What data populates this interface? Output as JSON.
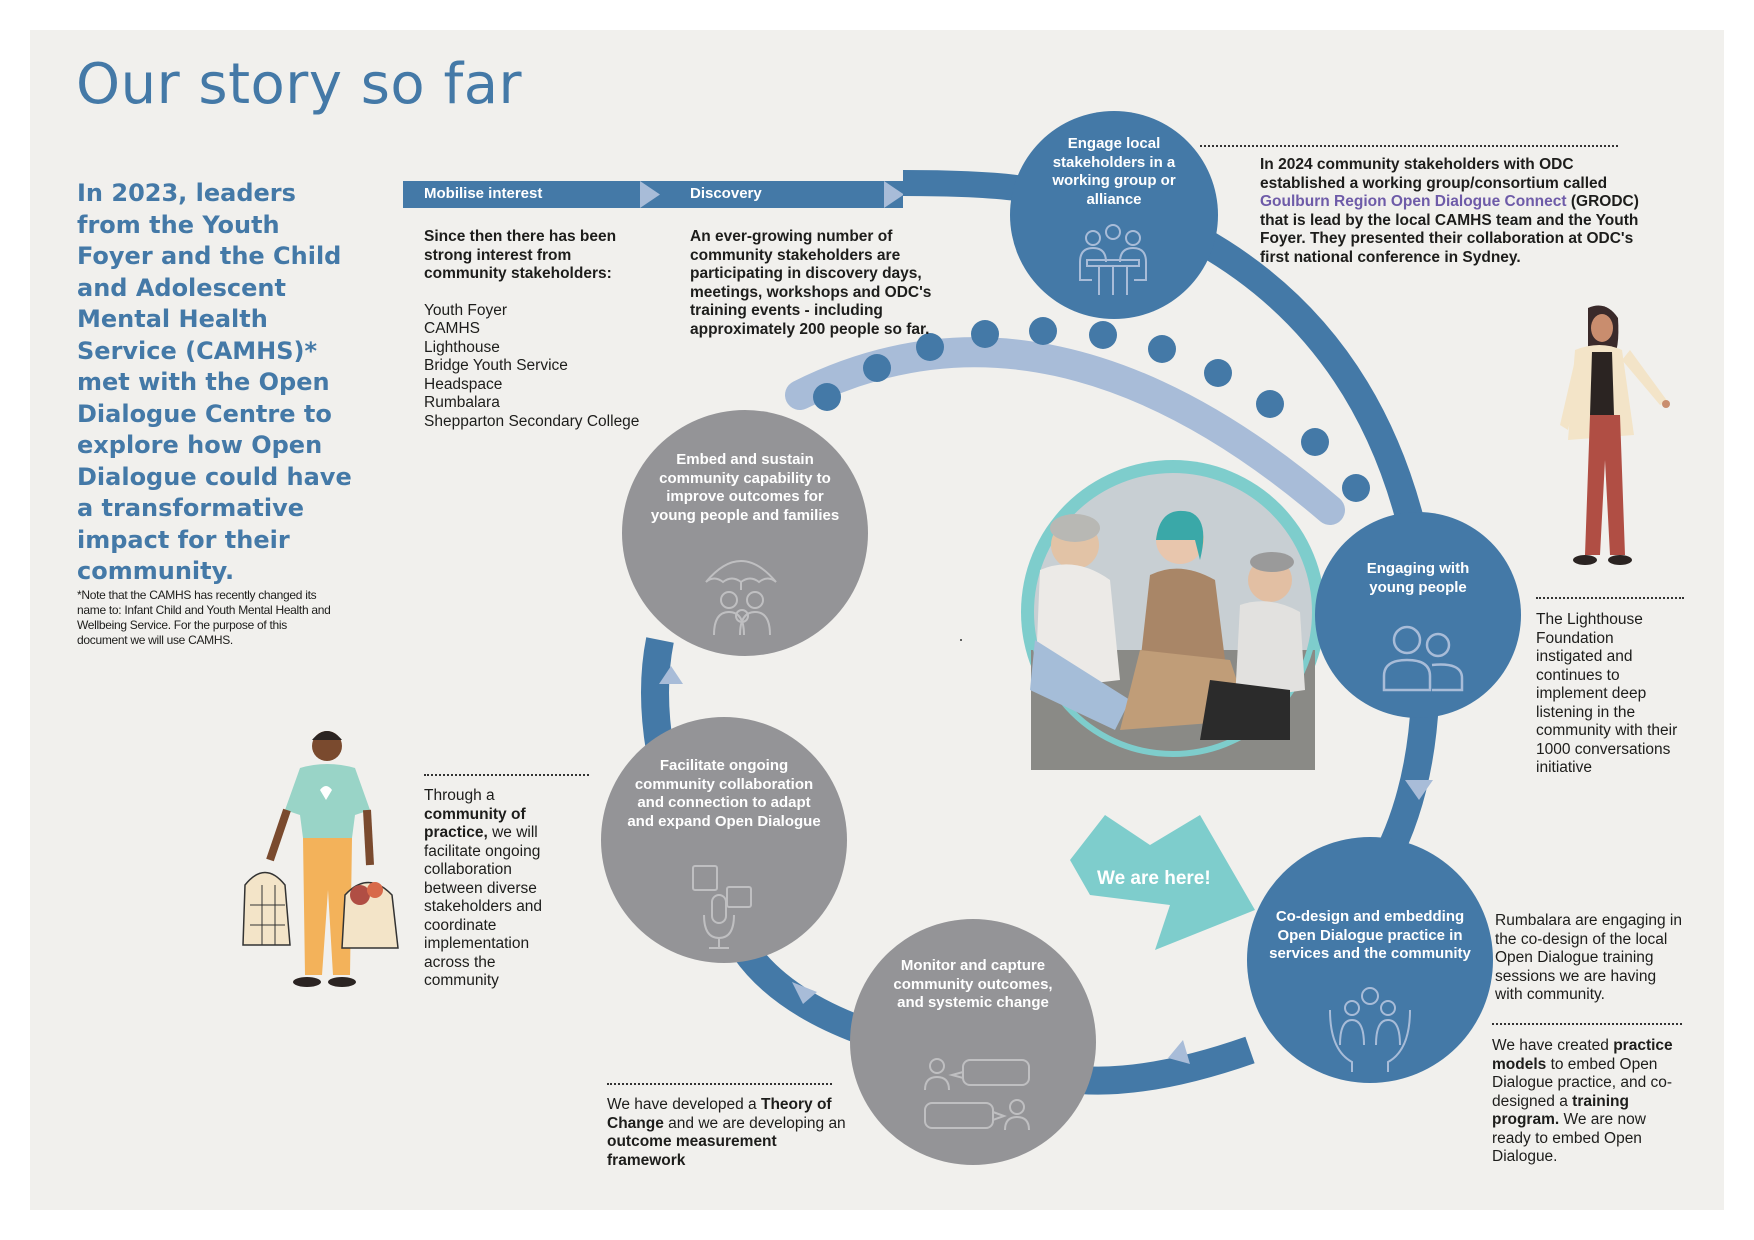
{
  "title": "Our story so far",
  "intro": "In 2023, leaders from the Youth Foyer and the Child and Adolescent Mental Health Service (CAMHS)* met with the Open Dialogue Centre to explore how Open Dialogue could have a transformative impact for their community.",
  "note": "*Note that the CAMHS has recently changed its name to: Infant Child and Youth Mental Health and Wellbeing Service. For the purpose of this document we will use CAMHS.",
  "banner": {
    "mobilise": "Mobilise interest",
    "discovery": "Discovery"
  },
  "mobilise_text": {
    "lead": "Since then there has been strong interest from community stakeholders:",
    "items": [
      "Youth Foyer",
      "CAMHS",
      "Lighthouse",
      "Bridge Youth Service",
      "Headspace",
      "Rumbalara",
      "Shepparton Secondary College"
    ]
  },
  "discovery_text": "An ever-growing number of community stakeholders are participating in discovery days, meetings, workshops and ODC's training events - including approximately 200 people so far.",
  "stages": {
    "engage": "Engage local stakeholders in a working group or alliance",
    "young": "Engaging with young people",
    "codesign": "Co-design and embedding Open Dialogue practice in services and the community",
    "monitor": "Monitor and capture community outcomes, and systemic change",
    "facilitate": "Facilitate ongoing community collaboration and connection to adapt and expand Open Dialogue",
    "embed": "Embed and sustain community capability to improve outcomes for young people and families"
  },
  "we_are_here": "We are here!",
  "notes": {
    "grodc_before": "In 2024 community stakeholders with ODC established a working group/consortium called",
    "grodc_link": "Goulburn Region Open Dialogue Connect",
    "grodc_after": "(GRODC) that is lead by the local CAMHS team and the Youth Foyer. They presented their collaboration at ODC's first national conference in Sydney.",
    "lighthouse": "The Lighthouse Foundation instigated and continues to implement deep listening in the community with their 1000 conversations initiative",
    "rumbalara": "Rumbalara are engaging in the co-design of the local Open Dialogue training sessions we are having with community.",
    "practice_1": "We have created",
    "practice_b1": "practice models",
    "practice_2": "to embed Open Dialogue practice, and co-designed a",
    "practice_b2": "training program.",
    "practice_3": "We are now ready to embed Open Dialogue.",
    "toc_1": "We have developed a",
    "toc_b1": "Theory of Change",
    "toc_2": "and we are developing an",
    "toc_b2": "outcome measurement framework",
    "cop_1": "Through a",
    "cop_b1": "community of practice,",
    "cop_2": "we will facilitate ongoing collaboration between diverse stakeholders and coordinate implementation across the community"
  },
  "colors": {
    "blue": "#4479a7",
    "light_blue": "#a8bcd8",
    "grey": "#949497",
    "teal": "#7ecdcc",
    "background": "#f1f0ed"
  }
}
